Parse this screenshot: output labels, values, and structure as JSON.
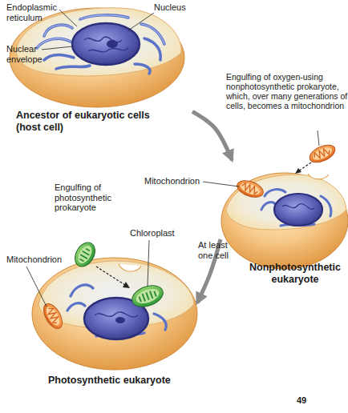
{
  "diagram": {
    "nodes": [
      {
        "text": [
          "Ancestor of eukaryotic cells (host cell)"
        ]
      },
      {
        "text": [
          "Nonphotosynthetic eukaryote"
        ]
      },
      {
        "text": [
          "Photosynthetic eukaryote"
        ]
      }
    ],
    "edges": [
      {
        "from": 0,
        "to": 1,
        "arrow": "to"
      },
      {
        "from": 1,
        "to": 2,
        "arrow": "to",
        "label": "At least one cell"
      }
    ],
    "labels": [
      "Endoplasmic reticulum",
      "Nucleus",
      "Nuclear envelope",
      "Engulfing of oxygen-using nonphotosynthetic prokaryote, which, over many generations of cells, becomes a mitochondrion",
      "Mitochondrion",
      "Engulfing of photosynthetic prokaryote",
      "Chloroplast",
      "Mitochondrion",
      "49"
    ]
  }
}
